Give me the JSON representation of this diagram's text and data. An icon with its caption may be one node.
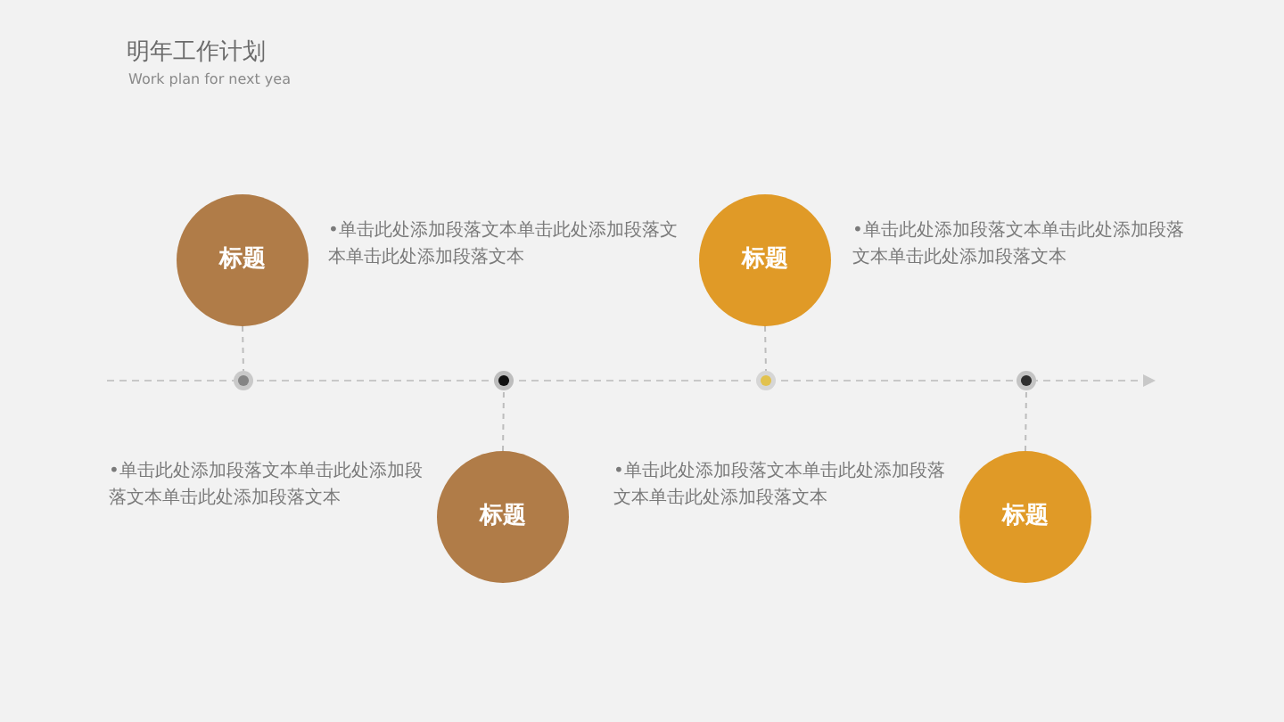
{
  "diagram": {
    "title": "明年工作计划",
    "nodes": [
      {
        "text": [
          "标题"
        ],
        "beside": [
          "•单击此处添加段落文本单击此处添加段落文本单击此处添加段落文本"
        ]
      },
      {
        "text": [
          "标题"
        ],
        "beside": [
          "•单击此处添加段落文本单击此处添加段落文本单击此处添加段落文本"
        ]
      },
      {
        "text": [
          "标题"
        ],
        "beside": [
          "•单击此处添加段落文本单击此处添加段落文本单击此处添加段落文本"
        ]
      },
      {
        "text": [
          "标题"
        ],
        "beside": [
          "•单击此处添加段落文本单击此处添加段落文本单击此处添加段落文本"
        ]
      },
      {
        "text": [],
        "shape": "circle"
      },
      {
        "text": [],
        "shape": "circle"
      },
      {
        "text": [],
        "shape": "circle"
      },
      {
        "text": [],
        "shape": "circle"
      }
    ],
    "edges": [
      {
        "from": 0,
        "to": 4,
        "arrow": "none",
        "style": "dashed"
      },
      {
        "from": 1,
        "to": 5,
        "arrow": "none",
        "style": "dashed"
      },
      {
        "from": 2,
        "to": 6,
        "arrow": "none",
        "style": "dashed"
      },
      {
        "from": 3,
        "to": 7,
        "arrow": "none",
        "style": "dashed"
      }
    ],
    "labels": [
      "Work plan for next yea"
    ]
  }
}
